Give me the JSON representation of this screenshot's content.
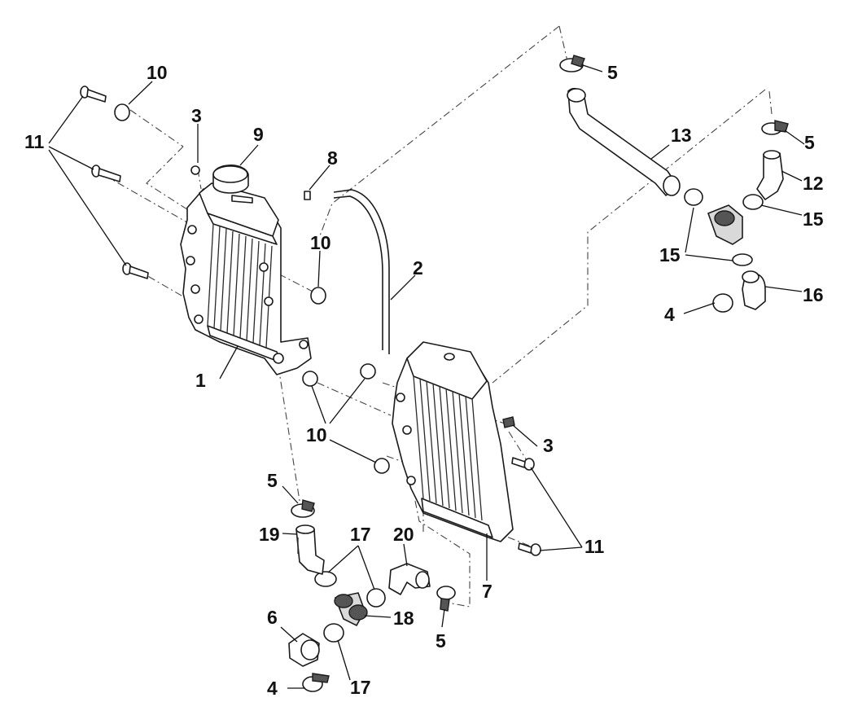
{
  "callouts": {
    "c1": "1",
    "c2": "2",
    "c3a": "3",
    "c3b": "3",
    "c4a": "4",
    "c4b": "4",
    "c5a": "5",
    "c5b": "5",
    "c5c": "5",
    "c5d": "5",
    "c6": "6",
    "c7": "7",
    "c8": "8",
    "c9": "9",
    "c10a": "10",
    "c10b": "10",
    "c10c": "10",
    "c11a": "11",
    "c11b": "11",
    "c12": "12",
    "c13": "13",
    "c15a": "15",
    "c15b": "15",
    "c16": "16",
    "c17a": "17",
    "c17b": "17",
    "c18": "18",
    "c19": "19",
    "c20": "20"
  }
}
